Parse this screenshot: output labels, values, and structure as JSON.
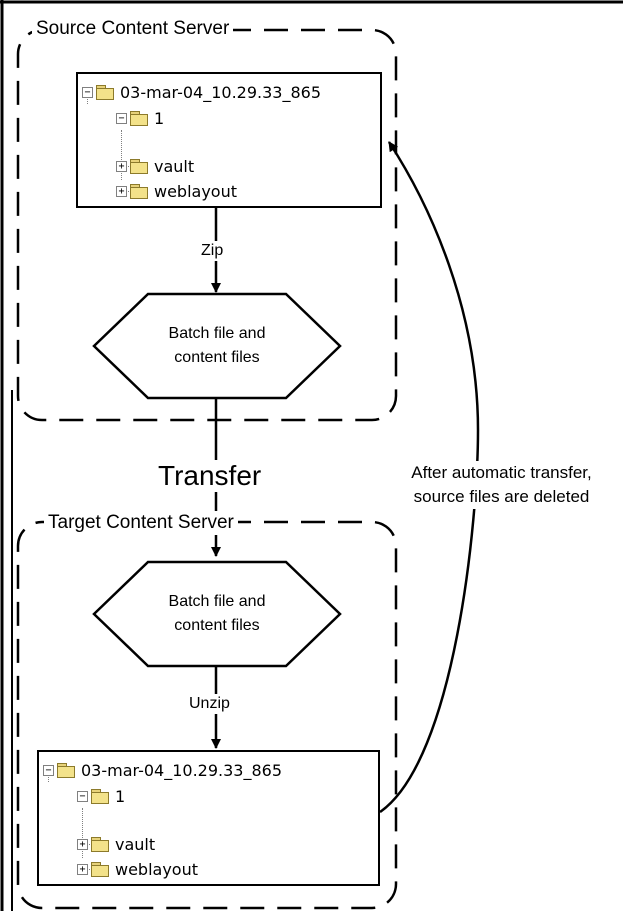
{
  "source_group": {
    "title": "Source Content Server"
  },
  "target_group": {
    "title": "Target Content Server"
  },
  "edges": {
    "zip": "Zip",
    "transfer": "Transfer",
    "unzip": "Unzip"
  },
  "hexagons": {
    "source": {
      "line1": "Batch file and",
      "line2": "content files"
    },
    "target": {
      "line1": "Batch file and",
      "line2": "content files"
    }
  },
  "return_note": {
    "line1": "After automatic transfer,",
    "line2": "source files are deleted"
  },
  "source_tree": {
    "root": "03-mar-04_10.29.33_865",
    "child": "1",
    "leaves": [
      "vault",
      "weblayout"
    ]
  },
  "target_tree": {
    "root": "03-mar-04_10.29.33_865",
    "child": "1",
    "leaves": [
      "vault",
      "weblayout"
    ]
  },
  "tree_toggles": {
    "expanded": "−",
    "collapsed": "+"
  },
  "colors": {
    "line": "#000000",
    "folder": "#f3e28a",
    "background": "#ffffff"
  }
}
